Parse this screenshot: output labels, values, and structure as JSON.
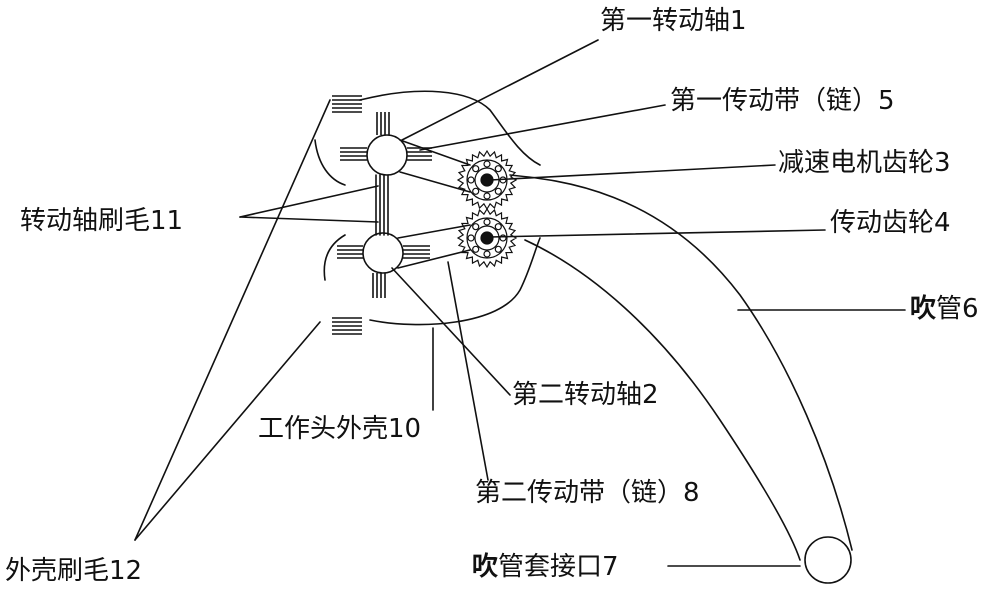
{
  "labels": {
    "shaft1": "第一转动轴1",
    "belt1": "第一传动带（链）5",
    "motor_gear": "减速电机齿轮3",
    "shaft_bristle": "转动轴刷毛11",
    "drive_gear": "传动齿轮4",
    "blow_pipe_bold": "吹",
    "blow_pipe_rest": "管6",
    "shaft2": "第二转动轴2",
    "housing": "工作头外壳10",
    "belt2": "第二传动带（链）8",
    "shell_bristle": "外壳刷毛12",
    "pipe_joint_bold": "吹",
    "pipe_joint_rest": "管套接口7"
  }
}
